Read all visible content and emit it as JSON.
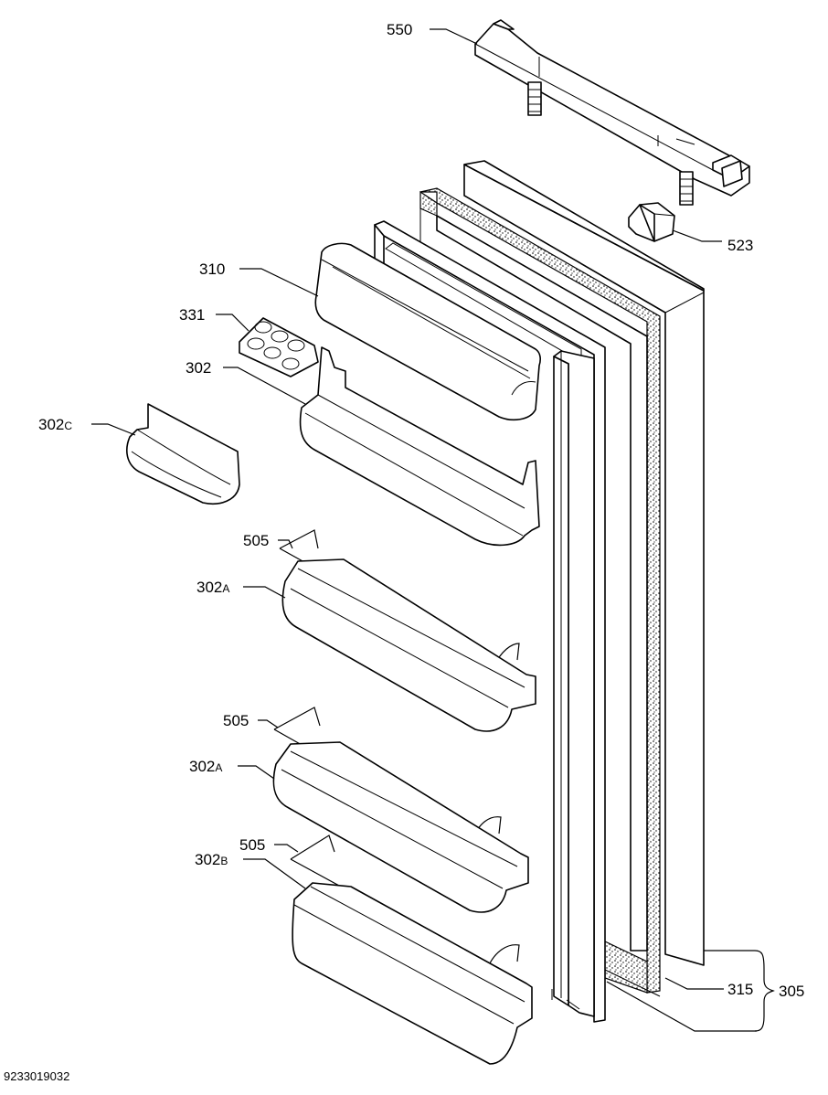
{
  "figure_id": "9233019032",
  "labels": {
    "l550": "550",
    "l523": "523",
    "l310": "310",
    "l331": "331",
    "l302": "302",
    "l302c_num": "302",
    "l302c_suf": "C",
    "l505a": "505",
    "l302a1_num": "302",
    "l302a1_suf": "A",
    "l505b": "505",
    "l302a2_num": "302",
    "l302a2_suf": "A",
    "l505c": "505",
    "l302b_num": "302",
    "l302b_suf": "B",
    "l315": "315",
    "l305": "305"
  }
}
